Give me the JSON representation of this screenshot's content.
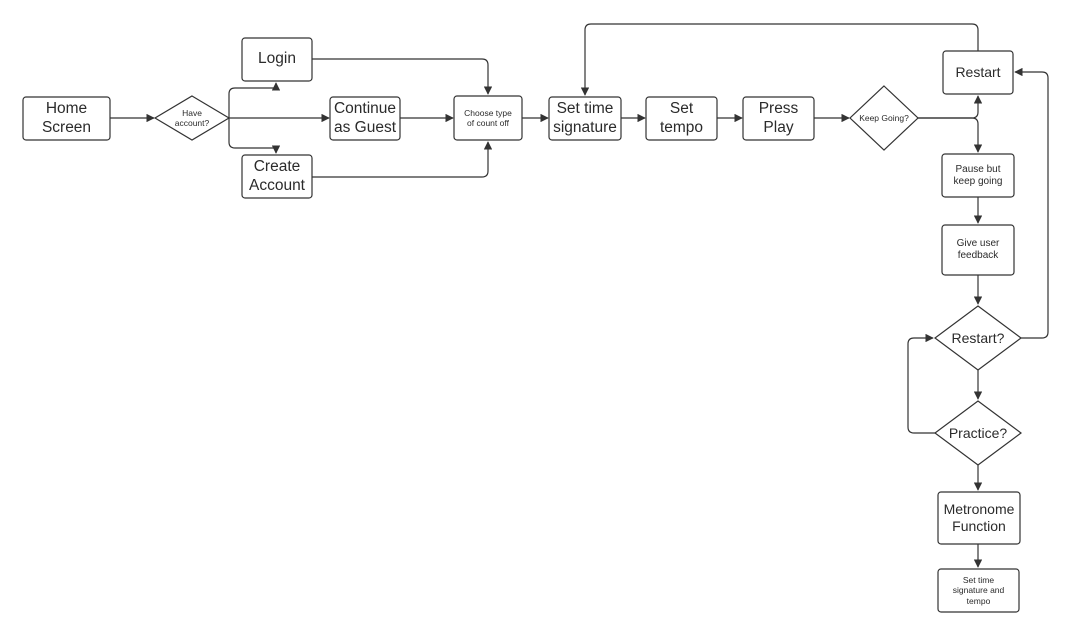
{
  "flowchart": {
    "home_screen": "Home\nScreen",
    "have_account": "Have\naccount?",
    "login": "Login",
    "continue_as_guest": "Continue\nas Guest",
    "create_account": "Create\nAccount",
    "choose_count_off": "Choose type\nof count off",
    "set_time_signature": "Set time\nsignature",
    "set_tempo": "Set\ntempo",
    "press_play": "Press\nPlay",
    "keep_going": "Keep Going?",
    "restart": "Restart",
    "pause_keep_going": "Pause but\nkeep going",
    "give_user_feedback": "Give user\nfeedback",
    "restart_decision": "Restart?",
    "practice_decision": "Practice?",
    "metronome_function": "Metronome\nFunction",
    "set_time_sig_and_tempo": "Set time\nsignature and\ntempo"
  }
}
